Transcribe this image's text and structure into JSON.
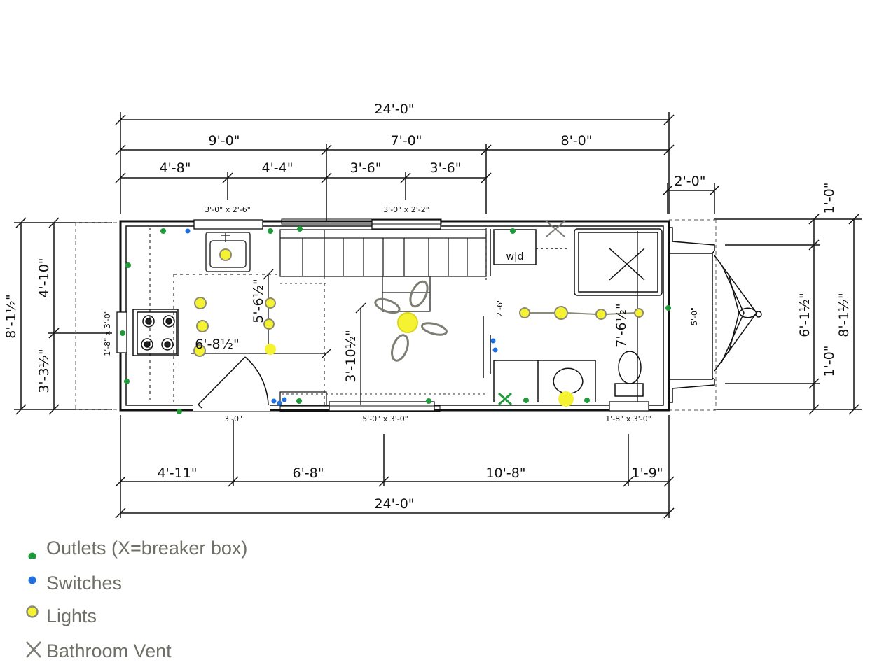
{
  "dimensions": {
    "top_total": "24'-0\"",
    "top_mid": [
      "9'-0\"",
      "7'-0\"",
      "8'-0\""
    ],
    "top_sub": [
      "4'-8\"",
      "4'-4\"",
      "3'-6\"",
      "3'-6\""
    ],
    "hitch_width": "2'-0\"",
    "bottom_sub": [
      "4'-11\"",
      "6'-8\"",
      "10'-8\"",
      "1'-9\""
    ],
    "bottom_total": "24'-0\"",
    "left_total": "8'-1½\"",
    "left_upper": "4'-10\"",
    "left_lower": "3'-3½\"",
    "right_total": "8'-1½\"",
    "right_top": "1'-0\"",
    "right_mid": "6'-1½\"",
    "right_bottom": "1'-0\"",
    "windows": {
      "top_left": "3'-0\" x 2'-6\"",
      "top_mid": "3'-0\" x 2'-2\"",
      "left": "1'-8\" x 3'-0\"",
      "bottom_mid": "5'-0\" x 3'-0\"",
      "bottom_right": "1'-8\" x 3'-0\""
    },
    "door": "3'-0\"",
    "interior": {
      "kitchen_height": "5'-6½\"",
      "kitchen_width": "6'-8½\"",
      "living_height": "3'-10½\"",
      "bath_height": "7'-6½\"",
      "bath_small": "2'-6\"",
      "hitch_depth": "5'-0\""
    },
    "wd_label": "w|d"
  },
  "legend": [
    {
      "icon": "outlet-dot",
      "label": "Outlets (X=breaker box)",
      "color": "#1f9a3a"
    },
    {
      "icon": "switch-dot",
      "label": "Switches",
      "color": "#1f6fe0"
    },
    {
      "icon": "light-circle",
      "label": "Lights",
      "color": "#f2ef2a"
    },
    {
      "icon": "vent-x",
      "label": "Bathroom Vent",
      "color": "#7a7a72"
    }
  ]
}
